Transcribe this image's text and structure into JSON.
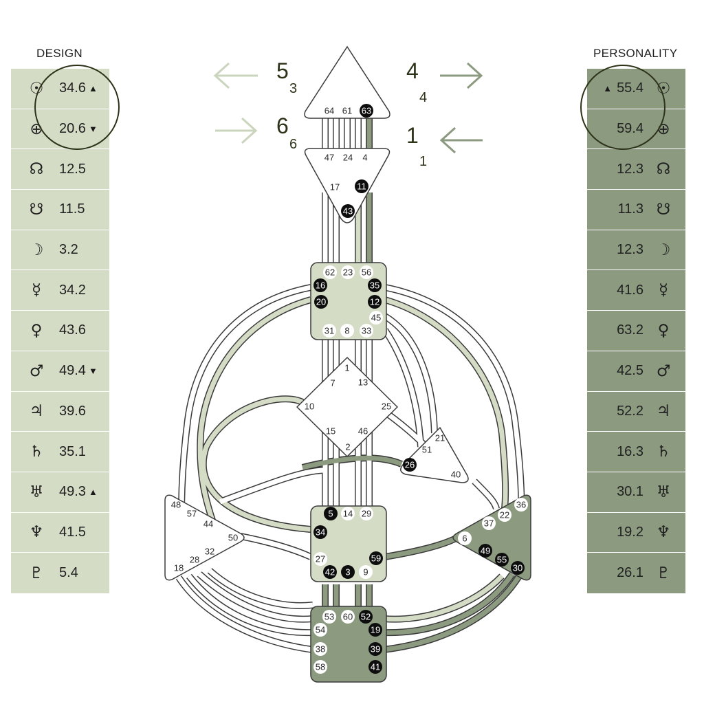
{
  "design": {
    "title": "DESIGN",
    "rows": [
      {
        "icon": "sun-icon",
        "symbol": "☉",
        "value": "34.6",
        "arrow": "▲"
      },
      {
        "icon": "earth-icon",
        "symbol": "⊕",
        "value": "20.6",
        "arrow": "▼"
      },
      {
        "icon": "north-node-icon",
        "symbol": "☊",
        "value": "12.5",
        "arrow": ""
      },
      {
        "icon": "south-node-icon",
        "symbol": "☋",
        "value": "11.5",
        "arrow": ""
      },
      {
        "icon": "moon-icon",
        "symbol": "☽",
        "value": "3.2",
        "arrow": ""
      },
      {
        "icon": "mercury-icon",
        "symbol": "☿",
        "value": "34.2",
        "arrow": ""
      },
      {
        "icon": "venus-icon",
        "symbol": "♀",
        "value": "43.6",
        "arrow": ""
      },
      {
        "icon": "mars-icon",
        "symbol": "♂",
        "value": "49.4",
        "arrow": "▼"
      },
      {
        "icon": "jupiter-icon",
        "symbol": "♃",
        "value": "39.6",
        "arrow": ""
      },
      {
        "icon": "saturn-icon",
        "symbol": "♄",
        "value": "35.1",
        "arrow": ""
      },
      {
        "icon": "uranus-icon",
        "symbol": "♅",
        "value": "49.3",
        "arrow": "▲"
      },
      {
        "icon": "neptune-icon",
        "symbol": "♆",
        "value": "41.5",
        "arrow": ""
      },
      {
        "icon": "pluto-icon",
        "symbol": "♇",
        "value": "5.4",
        "arrow": ""
      }
    ]
  },
  "personality": {
    "title": "PERSONALITY",
    "rows": [
      {
        "icon": "sun-icon",
        "symbol": "☉",
        "value": "55.4",
        "arrow": "▲"
      },
      {
        "icon": "earth-icon",
        "symbol": "⊕",
        "value": "59.4",
        "arrow": ""
      },
      {
        "icon": "north-node-icon",
        "symbol": "☊",
        "value": "12.3",
        "arrow": ""
      },
      {
        "icon": "south-node-icon",
        "symbol": "☋",
        "value": "11.3",
        "arrow": ""
      },
      {
        "icon": "moon-icon",
        "symbol": "☽",
        "value": "12.3",
        "arrow": ""
      },
      {
        "icon": "mercury-icon",
        "symbol": "☿",
        "value": "41.6",
        "arrow": ""
      },
      {
        "icon": "venus-icon",
        "symbol": "♀",
        "value": "63.2",
        "arrow": ""
      },
      {
        "icon": "mars-icon",
        "symbol": "♂",
        "value": "42.5",
        "arrow": ""
      },
      {
        "icon": "jupiter-icon",
        "symbol": "♃",
        "value": "52.2",
        "arrow": ""
      },
      {
        "icon": "saturn-icon",
        "symbol": "♄",
        "value": "16.3",
        "arrow": ""
      },
      {
        "icon": "uranus-icon",
        "symbol": "♅",
        "value": "30.1",
        "arrow": ""
      },
      {
        "icon": "neptune-icon",
        "symbol": "♆",
        "value": "19.2",
        "arrow": ""
      },
      {
        "icon": "pluto-icon",
        "symbol": "♇",
        "value": "26.1",
        "arrow": ""
      }
    ]
  },
  "variables": {
    "top_left": {
      "main": "5",
      "sub": "3"
    },
    "bottom_left": {
      "main": "6",
      "sub": "6"
    },
    "top_right": {
      "main": "4",
      "sub": "4"
    },
    "bottom_right": {
      "main": "1",
      "sub": "1"
    }
  },
  "colors": {
    "design": "#d5dcc6",
    "personality": "#8c9a80",
    "outline": "#3a3a3a",
    "circle": "#2c3318",
    "arrow_light": "#cbd5bd",
    "arrow_dark": "#8c9a80"
  },
  "centers": {
    "head": {
      "defined": false,
      "gates": [
        "64",
        "61",
        "63"
      ]
    },
    "ajna": {
      "defined": false,
      "gates": [
        "47",
        "24",
        "4",
        "17",
        "11",
        "43"
      ]
    },
    "throat": {
      "defined": true,
      "gates": [
        "62",
        "23",
        "56",
        "16",
        "35",
        "20",
        "12",
        "45",
        "31",
        "8",
        "33"
      ]
    },
    "g": {
      "defined": false,
      "gates": [
        "1",
        "7",
        "13",
        "10",
        "25",
        "15",
        "46",
        "2"
      ]
    },
    "heart": {
      "defined": false,
      "gates": [
        "21",
        "51",
        "26",
        "40"
      ]
    },
    "sacral": {
      "defined": true,
      "gates": [
        "5",
        "14",
        "29",
        "34",
        "27",
        "59",
        "42",
        "3",
        "9"
      ]
    },
    "spleen": {
      "defined": false,
      "gates": [
        "48",
        "57",
        "44",
        "50",
        "32",
        "28",
        "18"
      ]
    },
    "solar_plexus": {
      "defined": true,
      "gates": [
        "36",
        "22",
        "37",
        "6",
        "49",
        "55",
        "30"
      ]
    },
    "root": {
      "defined": true,
      "gates": [
        "53",
        "60",
        "52",
        "54",
        "19",
        "38",
        "39",
        "58",
        "41"
      ]
    }
  }
}
